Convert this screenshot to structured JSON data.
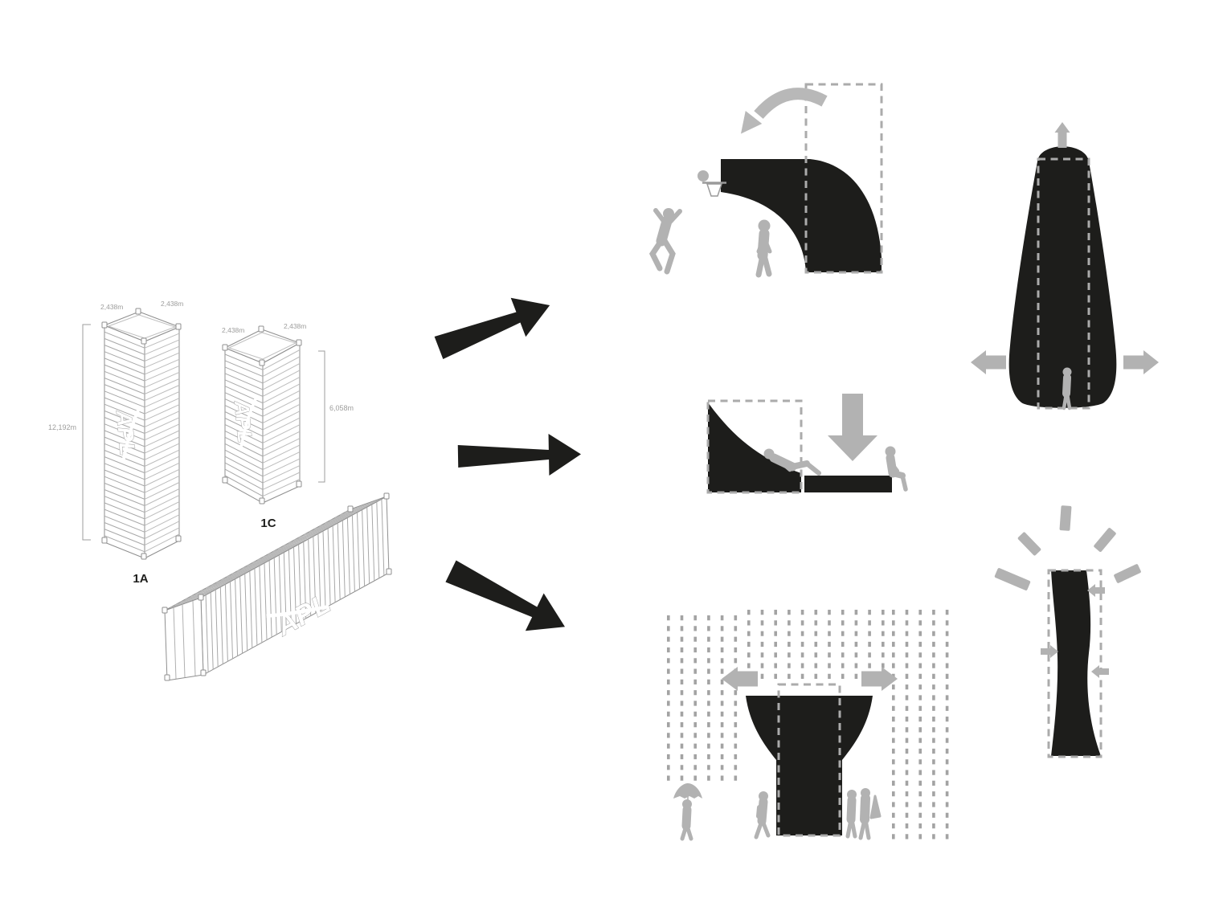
{
  "colors": {
    "ink": "#1d1d1b",
    "figure_gray": "#b2b2b2",
    "dash_gray": "#ababab",
    "rain_gray": "#a3a3a3",
    "line_gray": "#8f8f8f",
    "dim_text_gray": "#9d9d9c"
  },
  "containers": {
    "tall": {
      "label": "1A",
      "logo": "APL",
      "height_dim": "12,192m",
      "top_width_dim": "2,438m",
      "top_depth_dim": "2,438m"
    },
    "short": {
      "label": "1C",
      "logo": "APL",
      "height_dim": "6,058m",
      "top_width_dim": "2,438m",
      "top_depth_dim": "2,438m"
    },
    "long": {
      "logo": "APL"
    }
  }
}
